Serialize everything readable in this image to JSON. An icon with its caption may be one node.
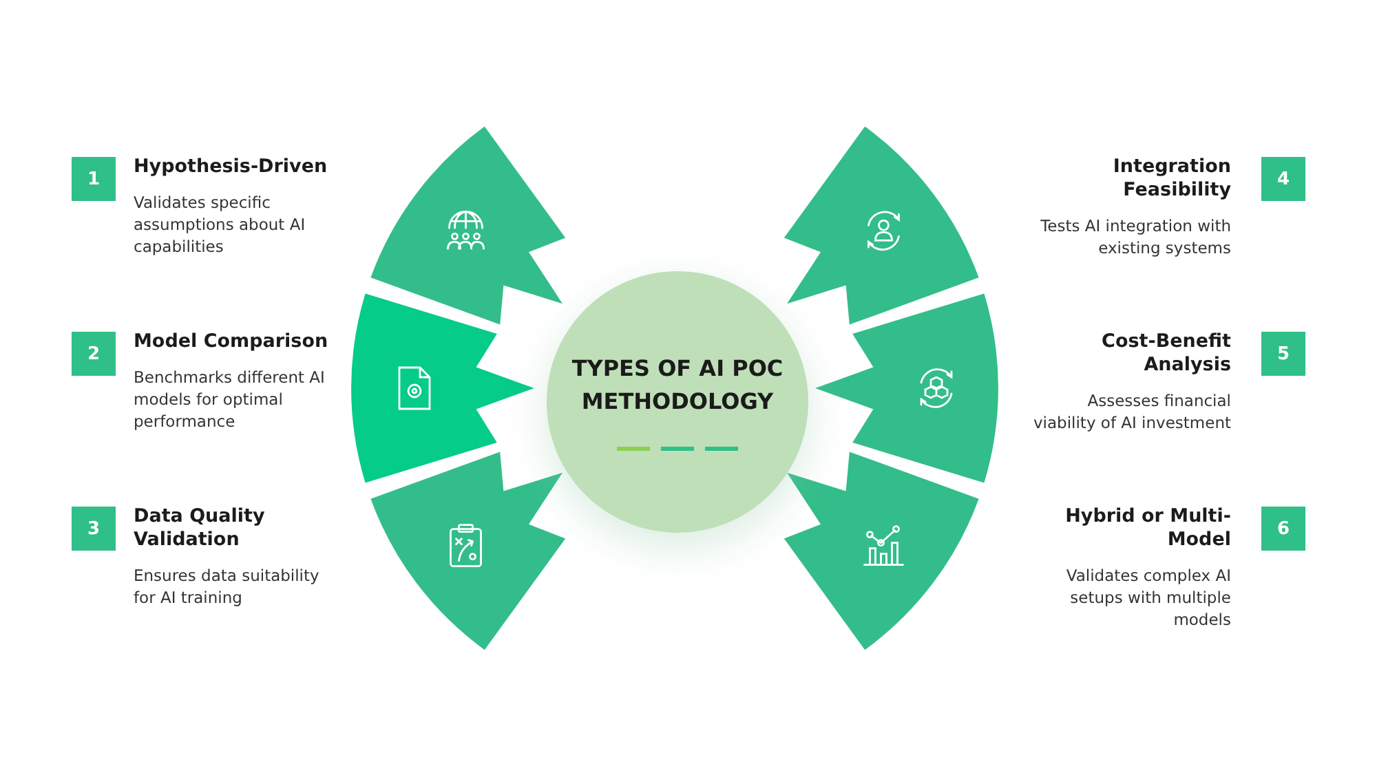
{
  "diagram": {
    "nodes": [
      {
        "text": [
          "TYPES OF AI POC METHODOLOGY"
        ]
      },
      {
        "text": [],
        "shape": "wedge"
      },
      {
        "text": [],
        "shape": "wedge"
      },
      {
        "text": [],
        "shape": "wedge"
      },
      {
        "text": [],
        "shape": "wedge"
      },
      {
        "text": [],
        "shape": "wedge"
      },
      {
        "text": [],
        "shape": "wedge"
      },
      {
        "text": [
          "1"
        ],
        "beside": [
          "Hypothesis-Driven",
          "Validates specific assumptions about AI capabilities"
        ]
      },
      {
        "text": [
          "2"
        ],
        "beside": [
          "Model Comparison",
          "Benchmarks different AI models for optimal performance"
        ]
      },
      {
        "text": [
          "3"
        ],
        "beside": [
          "Data Quality Validation",
          "Ensures data suitability for AI training"
        ]
      },
      {
        "text": [
          "4"
        ],
        "beside": [
          "Integration Feasibility",
          "Tests AI integration with existing systems"
        ]
      },
      {
        "text": [
          "5"
        ],
        "beside": [
          "Cost-Benefit Analysis",
          "Assesses financial viability of AI investment"
        ]
      },
      {
        "text": [
          "6"
        ],
        "beside": [
          "Hybrid or Multi-Model",
          "Validates complex AI setups with multiple models"
        ]
      }
    ]
  }
}
